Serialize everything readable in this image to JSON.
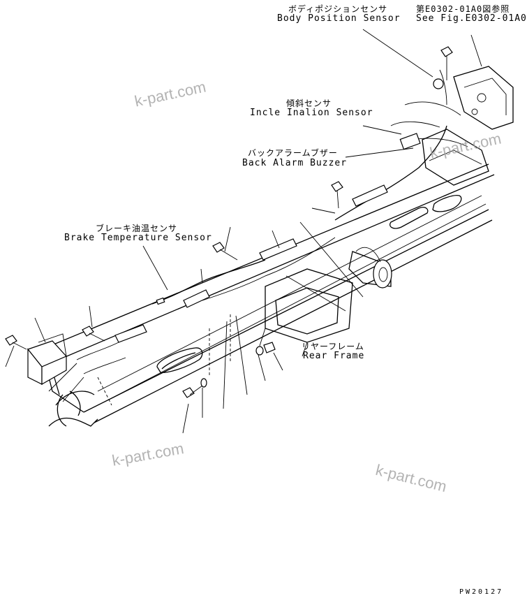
{
  "labels": {
    "body_position_sensor": {
      "jp": "ボディポジションセンサ",
      "en": "Body Position Sensor"
    },
    "see_fig": {
      "jp": "第E0302-01A0図参照",
      "en": "See Fig.E0302-01A0"
    },
    "incline_sensor": {
      "jp": "傾斜センサ",
      "en": "Incle Inalion Sensor"
    },
    "back_alarm_buzzer": {
      "jp": "バックアラームブザー",
      "en": "Back Alarm Buzzer"
    },
    "brake_temperature_sensor": {
      "jp": "ブレーキ油温センサ",
      "en": "Brake Temperature Sensor"
    },
    "rear_frame": {
      "jp": "リヤーフレーム",
      "en": "Rear Frame"
    }
  },
  "watermarks": [
    "k-part.com",
    "k-part.com",
    "k-part.com",
    "k-part.com"
  ],
  "drawing_code": "PW20127"
}
